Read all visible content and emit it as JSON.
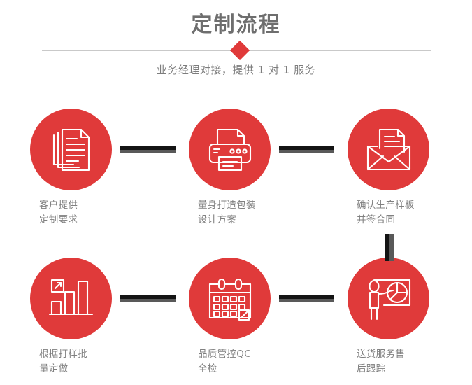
{
  "header": {
    "title": "定制流程",
    "subtitle": "业务经理对接，提供 1 对 1 服务",
    "divider_icon": "diamond-icon"
  },
  "colors": {
    "accent_red": "#e03a3a",
    "title_gray": "#6e6e6e",
    "label_gray": "#808080",
    "divider_gray": "#c9c9c9",
    "connector_dark": "#141414",
    "connector_gray": "#595959"
  },
  "flow": {
    "steps": [
      {
        "index": "1",
        "label": "客户提供\n定制要求",
        "icon": "documents-stack-icon"
      },
      {
        "index": "2",
        "label": "量身打造包装\n设计方案",
        "icon": "printer-icon"
      },
      {
        "index": "3",
        "label": "确认生产样板\n并签合同",
        "icon": "envelope-document-icon"
      },
      {
        "index": "4",
        "label": "根据打样批\n量定做",
        "icon": "bar-chart-growth-icon"
      },
      {
        "index": "5",
        "label": "品质管控QC\n全检",
        "icon": "calendar-check-icon"
      },
      {
        "index": "6",
        "label": "送货服务售\n后跟踪",
        "icon": "presenter-pie-chart-icon"
      }
    ],
    "connectors": [
      {
        "name": "connector-1-to-2",
        "orientation": "horizontal"
      },
      {
        "name": "connector-2-to-3",
        "orientation": "horizontal"
      },
      {
        "name": "connector-4-to-5",
        "orientation": "horizontal"
      },
      {
        "name": "connector-5-to-6",
        "orientation": "horizontal"
      },
      {
        "name": "connector-3-to-6",
        "orientation": "vertical"
      }
    ]
  }
}
